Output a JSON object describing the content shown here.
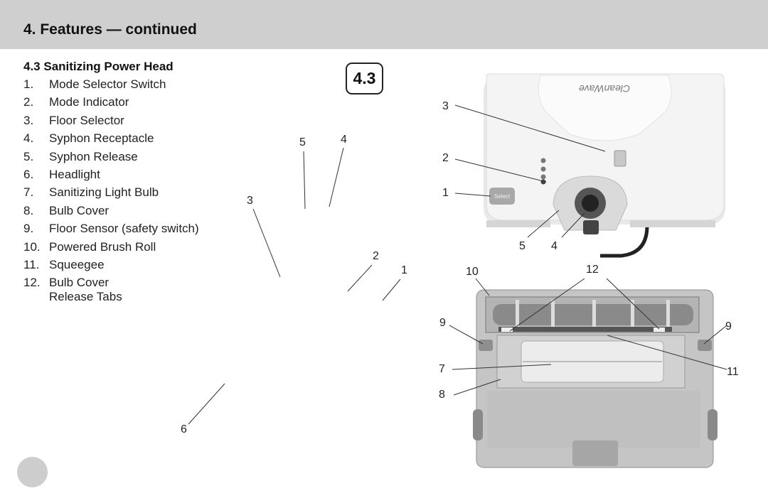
{
  "header": {
    "title": "4. Features — continued"
  },
  "section": {
    "title": "4.3 Sanitizing Power Head",
    "items": [
      {
        "num": "1.",
        "label": "Mode Selector Switch"
      },
      {
        "num": "2.",
        "label": "Mode Indicator"
      },
      {
        "num": "3.",
        "label": "Floor Selector"
      },
      {
        "num": "4.",
        "label": "Syphon Receptacle"
      },
      {
        "num": "5.",
        "label": "Syphon Release"
      },
      {
        "num": "6.",
        "label": "Headlight"
      },
      {
        "num": "7.",
        "label": "Sanitizing Light Bulb"
      },
      {
        "num": "8.",
        "label": "Bulb Cover"
      },
      {
        "num": "9.",
        "label": "Floor Sensor (safety switch)"
      },
      {
        "num": "10.",
        "label": "Powered Brush Roll"
      },
      {
        "num": "11.",
        "label": "Squeegee"
      },
      {
        "num": "12.",
        "label": "Bulb Cover",
        "label2": "Release Tabs"
      }
    ]
  },
  "figure": {
    "badge": "4.3",
    "top_photo": {
      "brand": "CleanWave",
      "select_label": "Select"
    },
    "callouts": {
      "left_5": "5",
      "left_4": "4",
      "left_3": "3",
      "left_2": "2",
      "left_1": "1",
      "left_6": "6",
      "top_3": "3",
      "top_2": "2",
      "top_1": "1",
      "top_5": "5",
      "top_4": "4",
      "bottom_10": "10",
      "bottom_12": "12",
      "bottom_9_left": "9",
      "bottom_9_right": "9",
      "bottom_7": "7",
      "bottom_11": "11",
      "bottom_8": "8"
    }
  }
}
